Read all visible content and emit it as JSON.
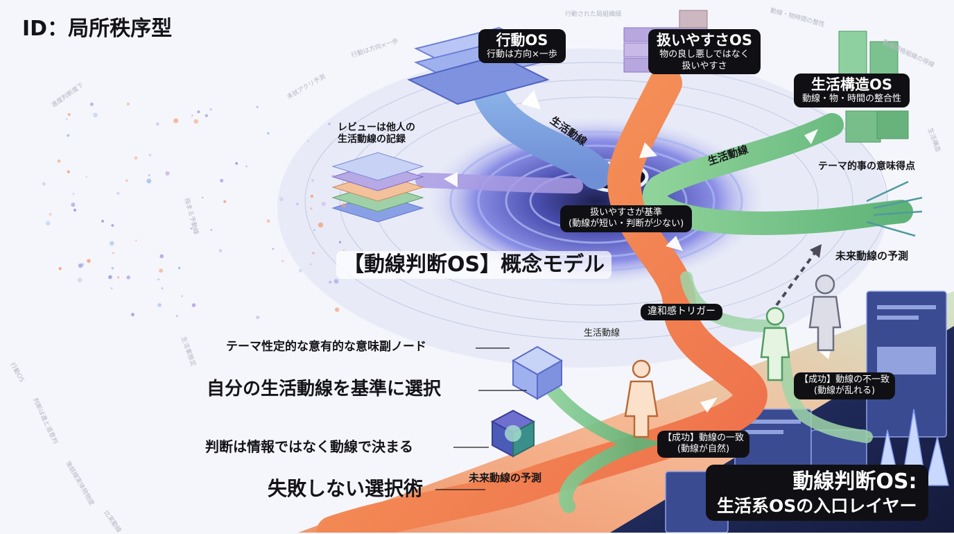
{
  "id_title": "ID：局所秩序型",
  "main_title": "【動線判断OS】概念モデル",
  "bottom_title": {
    "line1": "動線判断OS:",
    "line2": "生活系OSの入口レイヤー"
  },
  "modules": {
    "action_os": {
      "title": "行動OS",
      "subtitle": "行動は方向×一歩"
    },
    "ease_os": {
      "title": "扱いやすさOS",
      "subtitle_line1": "物の良し悪しではなく",
      "subtitle_line2": "扱いやすさ"
    },
    "life_os": {
      "title": "生活構造OS",
      "subtitle": "動線・物・時間の整合性"
    }
  },
  "center": {
    "line1": "扱いやすさが基準",
    "line2": "(動線が短い・判断が少ない)"
  },
  "path_labels": {
    "vertical": "生活動線",
    "right": "生活動線",
    "lower": "生活動線"
  },
  "review": {
    "line1": "レビューは他人の",
    "line2": "生活動線の記録"
  },
  "theme_point": "テーマ的事の意味得点",
  "future_right": "未来動線の予測",
  "future_bottom": "未来動線の予測",
  "trigger": "違和感トリガー",
  "success_mismatch": {
    "line1": "【成功】動線の不一致",
    "line2": "(動線が乱れる)"
  },
  "success_match": {
    "line1": "【成功】動線の一致",
    "line2": "(動線が自然)"
  },
  "left_labels": {
    "node": "テーマ性定的な意有的な意味副ノード",
    "select": "自分の生活動線を基準に選択",
    "decide": "判断は情報ではなく動線で決まる",
    "nofail": "失敗しない選択術"
  },
  "ghost_text": [
    "行動された局組織細",
    "動線・物時間の整性",
    "動線規格組織の得線",
    "行動は方向×一歩",
    "進度判断度下",
    "未状アクリ予測",
    "行動OS",
    "生活事態定",
    "指まる予動線",
    "判断は進と道意判",
    "後結線実体物物度",
    "比実動線",
    "生活構造"
  ],
  "colors": {
    "orange_path": "#f08a4b",
    "green_path": "#7cc28a",
    "blue_path": "#7fa7dd",
    "purple_path": "#9c8ce0",
    "label_bg": "#101014"
  }
}
